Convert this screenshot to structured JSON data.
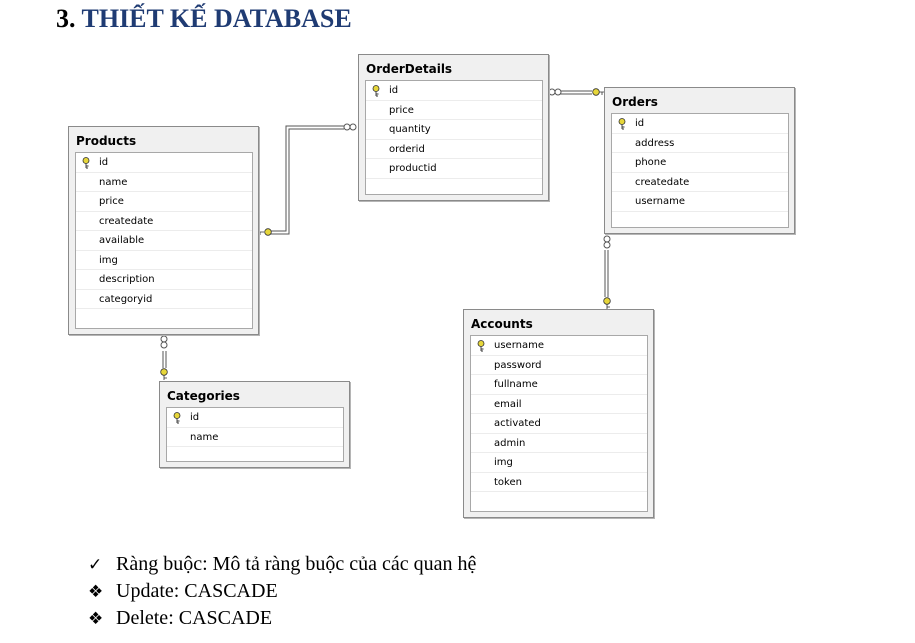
{
  "heading": {
    "number": "3.",
    "text": "THIẾT KẾ DATABASE"
  },
  "tables": [
    {
      "name": "Products",
      "fields": [
        "id",
        "name",
        "price",
        "createdate",
        "available",
        "img",
        "description",
        "categoryid"
      ],
      "primary_key": [
        "id"
      ]
    },
    {
      "name": "OrderDetails",
      "fields": [
        "id",
        "price",
        "quantity",
        "orderid",
        "productid"
      ],
      "primary_key": [
        "id"
      ]
    },
    {
      "name": "Orders",
      "fields": [
        "id",
        "address",
        "phone",
        "createdate",
        "username"
      ],
      "primary_key": [
        "id"
      ]
    },
    {
      "name": "Accounts",
      "fields": [
        "username",
        "password",
        "fullname",
        "email",
        "activated",
        "admin",
        "img",
        "token"
      ],
      "primary_key": [
        "username"
      ]
    },
    {
      "name": "Categories",
      "fields": [
        "id",
        "name"
      ],
      "primary_key": [
        "id"
      ]
    }
  ],
  "relationships": [
    {
      "from": "Products",
      "to": "OrderDetails"
    },
    {
      "from": "Orders",
      "to": "OrderDetails"
    },
    {
      "from": "Accounts",
      "to": "Orders"
    },
    {
      "from": "Categories",
      "to": "Products"
    }
  ],
  "notes": [
    {
      "icon": "checkmark-icon",
      "text": "Ràng buộc: Mô tả ràng buộc của các quan hệ"
    },
    {
      "icon": "diamond-bullet-icon",
      "text": "Update: CASCADE"
    },
    {
      "icon": "diamond-bullet-icon",
      "text": "Delete: CASCADE"
    }
  ],
  "colors": {
    "heading": "#1f3b73",
    "key": "#e6d63a",
    "table_bg": "#f0f0f0"
  }
}
